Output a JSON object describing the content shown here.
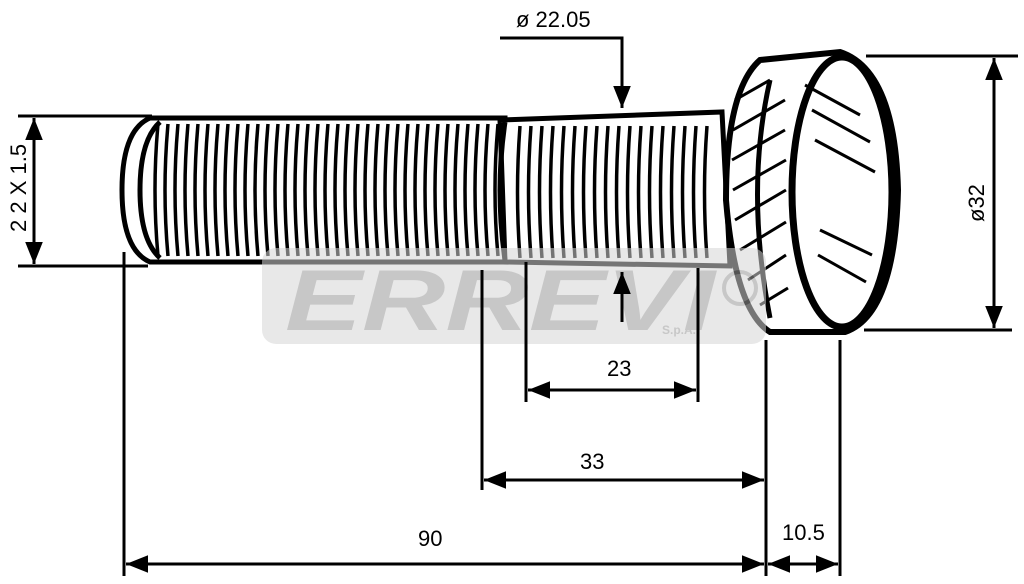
{
  "dimensions": {
    "shank_diameter": "ø 22.05",
    "thread": "2 2 X 1.5",
    "head_diameter": "ø32",
    "knurl_length": "23",
    "shank_length": "33",
    "total_length": "90",
    "head_thickness": "10.5"
  },
  "watermark": {
    "brand": "ERREVI",
    "suffix": "S.p.A."
  },
  "colors": {
    "ink": "#000000",
    "watermark": "#9a9a9a"
  }
}
